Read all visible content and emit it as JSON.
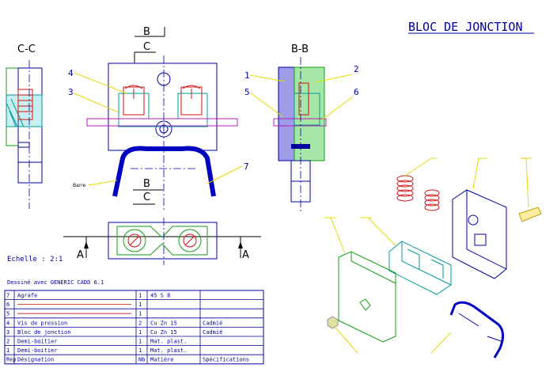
{
  "title": "BLOC DE JONCTION",
  "sections": {
    "cc": "C-C",
    "bb": "B-B",
    "b_top": "B",
    "c_top": "C",
    "b_bottom": "B",
    "c_bottom": "C",
    "a_left": "A",
    "a_right": "A"
  },
  "leaders": [
    "4",
    "3",
    "1",
    "2",
    "5",
    "6",
    "7"
  ],
  "barre_label": "Barre",
  "scale": "Echelle : 2:1",
  "credit": "Dessiné avec GENERIC CADD 6.1",
  "colors": {
    "ink": "#0000a0",
    "leader": "#e8d800",
    "cyan_part": "#009a9a",
    "green_part": "#10a010",
    "screw": "#d01010",
    "rod": "#b020b0"
  },
  "bom": {
    "headers": [
      "Rep",
      "Désignation",
      "Nb",
      "Matière",
      "Spécifications"
    ],
    "rows": [
      [
        "7",
        "Agrafe",
        "1",
        "45 S 8",
        ""
      ],
      [
        "6",
        "",
        "1",
        "",
        ""
      ],
      [
        "5",
        "",
        "1",
        "",
        ""
      ],
      [
        "4",
        "Vis de pression",
        "2",
        "Cu Zn 15",
        "Cadmié"
      ],
      [
        "3",
        "Bloc de jonction",
        "1",
        "Cu Zn 15",
        "Cadmié"
      ],
      [
        "2",
        "Demi-boitier",
        "1",
        "Mat. plast.",
        ""
      ],
      [
        "1",
        "Demi-boitier",
        "1",
        "Mat. plast.",
        ""
      ]
    ]
  }
}
